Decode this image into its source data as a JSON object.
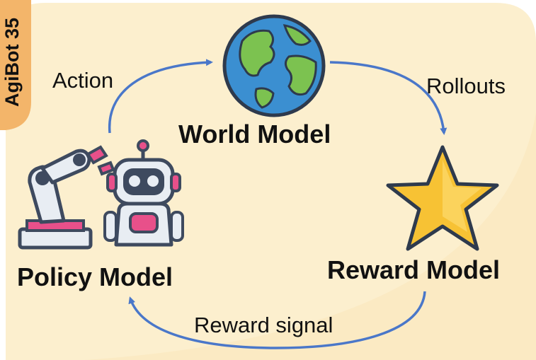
{
  "badge": {
    "text": "AgiBot 35"
  },
  "nodes": {
    "world": {
      "label": "World Model",
      "icon": "globe-icon"
    },
    "reward": {
      "label": "Reward Model",
      "icon": "star-icon"
    },
    "policy": {
      "label": "Policy Model",
      "icon": "robot-arm-and-robot-icon"
    }
  },
  "edges": {
    "action": "Action",
    "rollouts": "Rollouts",
    "reward_signal": "Reward signal"
  },
  "colors": {
    "panel": "#FCECC6",
    "arrow": "#4A77C9",
    "badge": "#F3B56A",
    "globe_ocean": "#3B8FD1",
    "globe_land": "#7CC250",
    "star": "#F7C234",
    "robot_accent": "#E8508A",
    "robot_body": "#E8EDF3",
    "robot_outline": "#3E4A5F"
  }
}
